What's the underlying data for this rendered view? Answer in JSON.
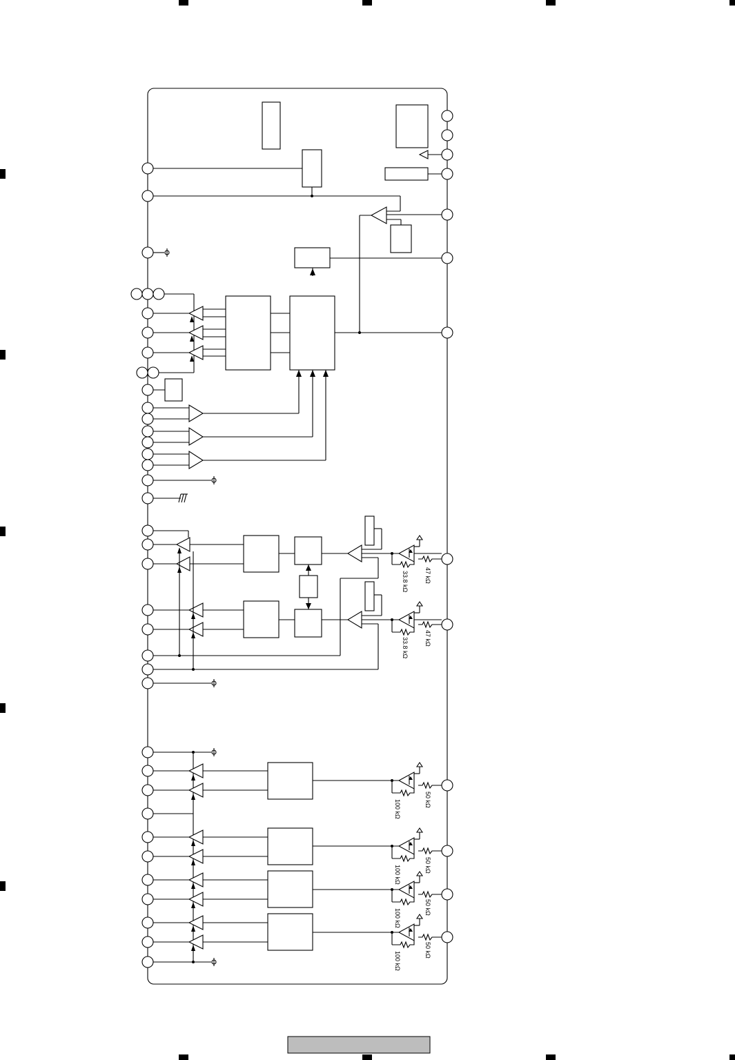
{
  "page": {
    "title": "",
    "footer_label": ""
  },
  "labels": {
    "r_47k": "47 kΩ",
    "r_33_8k": "33.8 kΩ",
    "r_50k": "50 kΩ",
    "r_100k": "100 kΩ"
  },
  "colors": {
    "line": "#000000",
    "background": "#ffffff",
    "footer_bar": "#bdbdbd",
    "corner_marks": "#000000"
  },
  "symbols": {
    "power": "power-symbol-icon",
    "ground": "ground-symbol-icon",
    "pin": "pin-circle-icon",
    "amplifier": "amplifier-triangle-icon",
    "resistor": "resistor-zigzag-icon",
    "arrow": "signal-arrow-icon"
  }
}
